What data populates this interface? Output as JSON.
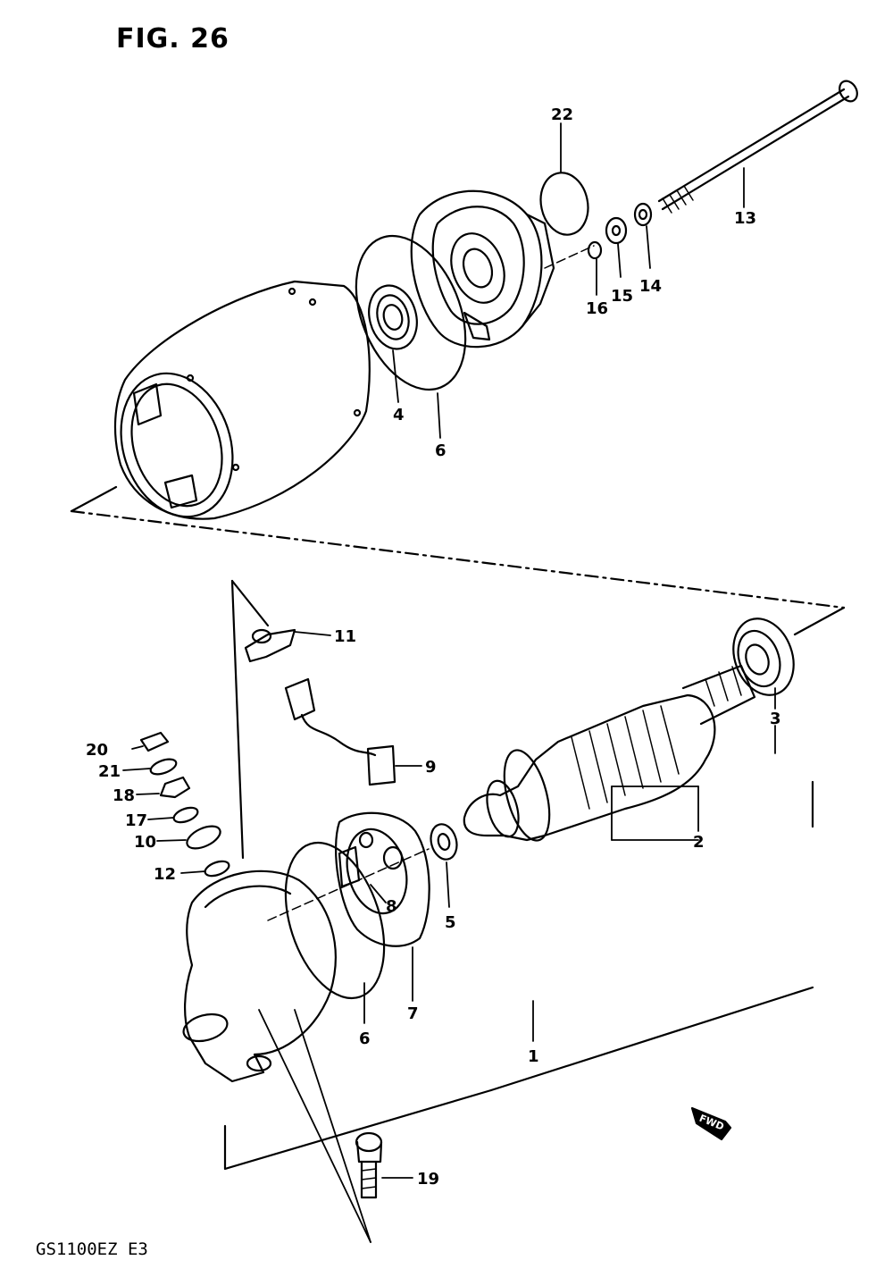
{
  "figure": {
    "title": "FIG. 26",
    "model_code": "GS1100EZ E3",
    "direction_marker": "FWD"
  },
  "callouts": [
    "1",
    "2",
    "3",
    "4",
    "5",
    "6",
    "6",
    "7",
    "8",
    "9",
    "10",
    "11",
    "12",
    "13",
    "14",
    "15",
    "16",
    "17",
    "18",
    "19",
    "20",
    "21",
    "22"
  ]
}
